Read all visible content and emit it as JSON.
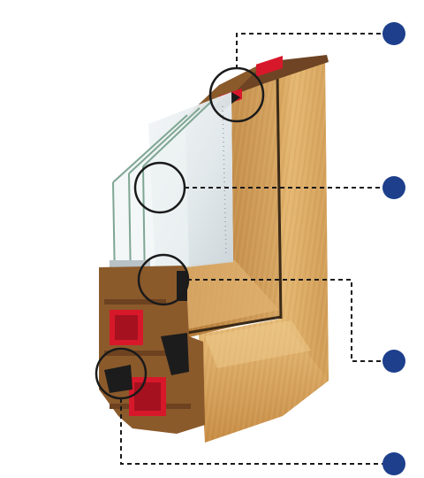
{
  "diagram": {
    "markers": [
      {
        "id": 1,
        "name": "frame-top-seal"
      },
      {
        "id": 2,
        "name": "triple-glazing"
      },
      {
        "id": 3,
        "name": "glazing-bead"
      },
      {
        "id": 4,
        "name": "bottom-seal"
      }
    ]
  },
  "colors": {
    "marker": "#1d3f8c",
    "wood_light": "#e2b56e",
    "wood_mid": "#cf9a50",
    "wood_dark": "#a8702f",
    "steel_red": "#d7182a",
    "profile_brown": "#8b5a2b",
    "glass_tint": "#dfe7ea",
    "glass_edge": "#7fa694",
    "gasket": "#1c1c1c"
  }
}
